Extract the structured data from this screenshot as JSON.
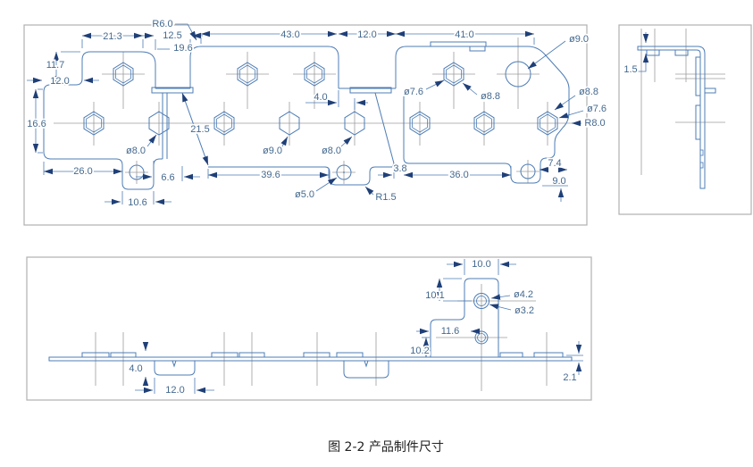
{
  "caption": "图 2-2  产品制件尺寸",
  "colors": {
    "line": "#4d7cb5",
    "centerline": "#9c9c9c",
    "arrow": "#1f3f77",
    "dim_text": "#44698f",
    "panel_border": "#b0b0b0",
    "background": "#ffffff"
  },
  "main_view": {
    "name": "top plan view of stamped strip part",
    "dims": {
      "d21_3": "21.3",
      "d12_5": "12.5",
      "d19_6": "19.6",
      "r6_0": "R6.0",
      "d43_0": "43.0",
      "d12_0_gap": "12.0",
      "d41_0": "41.0",
      "dia9_0_top": "ø9.0",
      "d11_7": "11.7",
      "d12_0_left": "12.0",
      "d16_6": "16.6",
      "d21_5": "21.5",
      "d4_0": "4.0",
      "dia8_0_a": "ø8.0",
      "dia9_0_mid": "ø9.0",
      "dia8_0_b": "ø8.0",
      "dia7_6_t": "ø7.6",
      "dia8_8_t": "ø8.8",
      "dia8_8_r": "ø8.8",
      "dia7_6_r": "ø7.6",
      "r8_0": "R8.0",
      "d26_0": "26.0",
      "d6_6": "6.6",
      "d10_6": "10.6",
      "d39_6": "39.6",
      "dia5_0": "ø5.0",
      "r1_5": "R1.5",
      "d3_8": "3.8",
      "d36_0": "36.0",
      "d7_4": "7.4",
      "d9_0": "9.0"
    }
  },
  "side_view": {
    "name": "right side section view",
    "dims": {
      "d1_5": "1.5"
    }
  },
  "bottom_view": {
    "name": "front elevation view with bent bracket",
    "dims": {
      "d10_0": "10.0",
      "d10_1": "10.1",
      "dia4_2": "ø4.2",
      "dia3_2": "ø3.2",
      "d11_6": "11.6",
      "d10_2": "10.2",
      "d2_1": "2.1",
      "d4_0": "4.0",
      "d12_0": "12.0"
    }
  }
}
